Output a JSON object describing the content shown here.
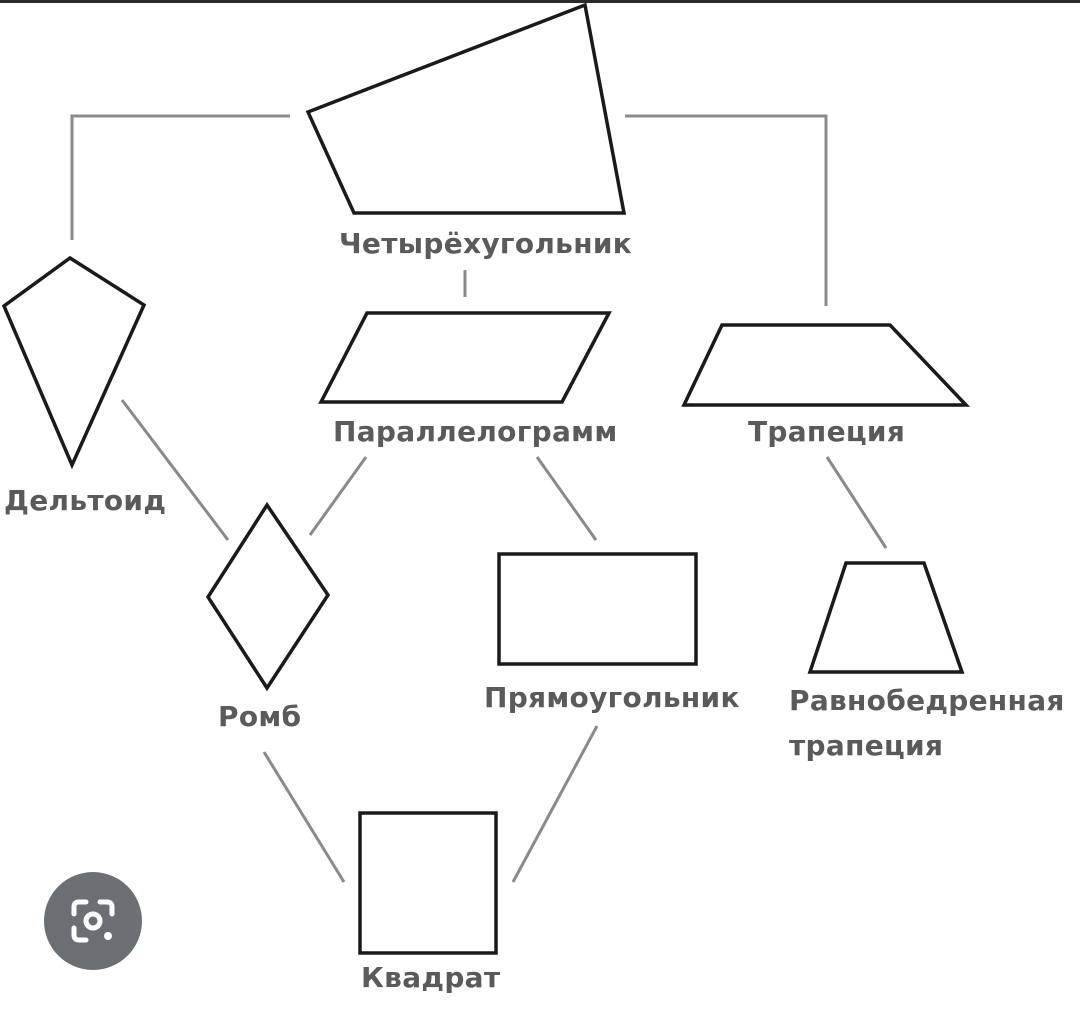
{
  "labels": {
    "quadrilateral": "Четырёхугольник",
    "kite": "Дельтоид",
    "parallelogram": "Параллелограмм",
    "trapezoid": "Трапеция",
    "rhombus": "Ромб",
    "rectangle": "Прямоугольник",
    "isosceles_line1": "Равнобедренная",
    "isosceles_line2": "трапеция",
    "square": "Квадрат"
  },
  "lens_button": {
    "icon": "lens-search-icon"
  },
  "colors": {
    "shape_stroke": "#1a1a1a",
    "connector": "#8a8a8a",
    "label": "#5a5a5a",
    "lens_bg": "#5f6368"
  }
}
